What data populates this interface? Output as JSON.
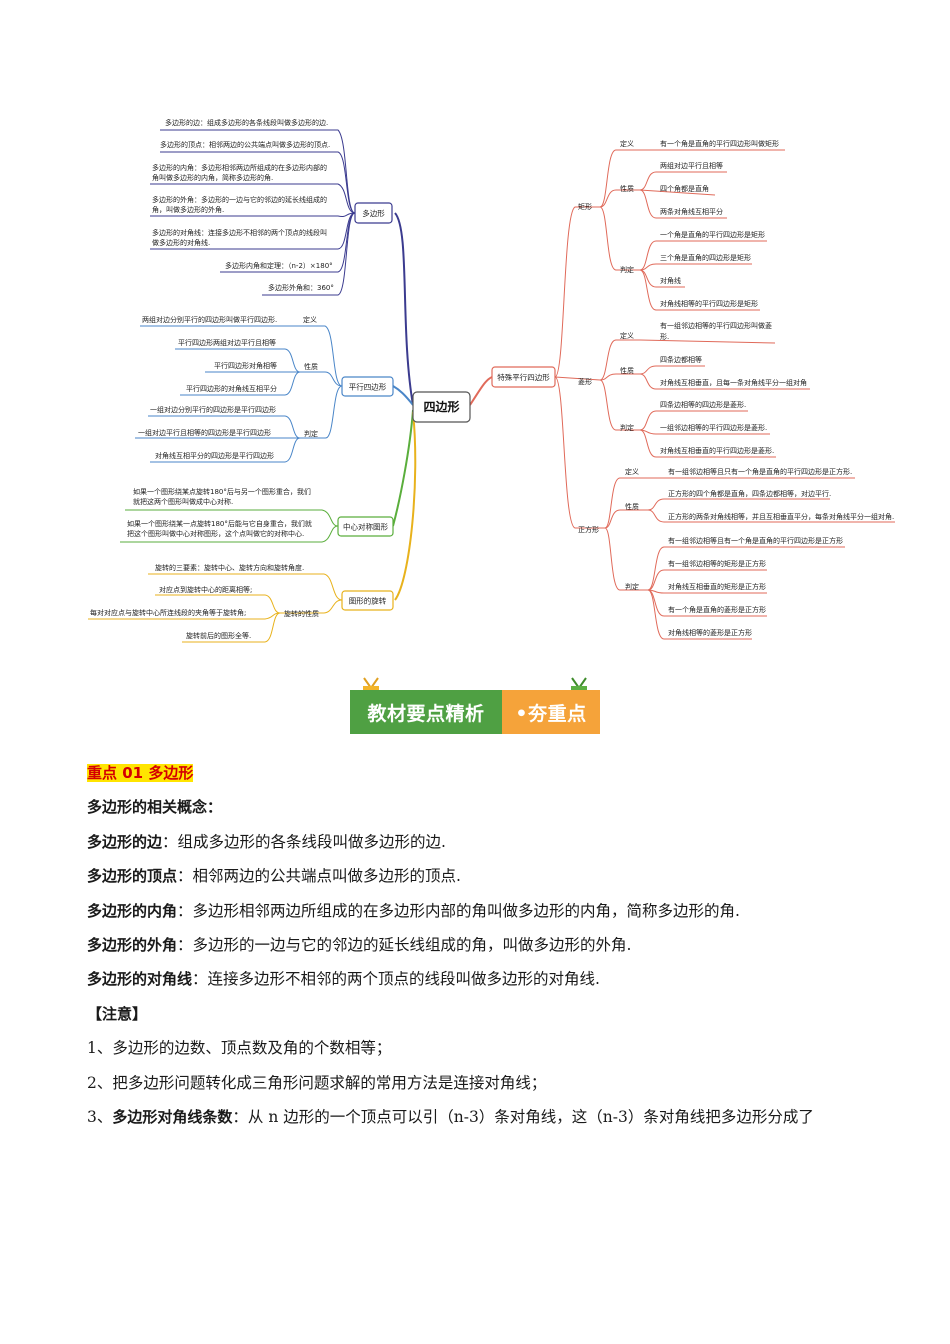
{
  "mindmap": {
    "root": "四边形",
    "polygon": {
      "label": "多边形",
      "items": [
        "多边形的边：组成多边形的各条线段叫做多边形的边.",
        "多边形的顶点：相邻两边的公共端点叫做多边形的顶点.",
        "多边形的内角：多边形相邻两边所组成的在多边形内部的",
        "角叫做多边形的内角，简称多边形的角.",
        "多边形的外角：多边形的一边与它的邻边的延长线组成的",
        "角，叫做多边形的外角.",
        "多边形的对角线：连接多边形不相邻的两个顶点的线段叫",
        "做多边形的对角线.",
        "多边形内角和定理：（n-2）×180°",
        "多边形外角和：360°"
      ]
    },
    "parallelogram": {
      "label": "平行四边形",
      "def_label": "定义",
      "definition": "两组对边分别平行的四边形叫做平行四边形.",
      "prop_label": "性质",
      "properties": [
        "平行四边形两组对边平行且相等",
        "平行四边形对角相等",
        "平行四边形的对角线互相平分"
      ],
      "judge_label": "判定",
      "judgments": [
        "一组对边分别平行的四边形是平行四边形",
        "一组对边平行且相等的四边形是平行四边形",
        "对角线互相平分的四边形是平行四边形"
      ]
    },
    "central": {
      "label": "中心对称图形",
      "items": [
        "如果一个图形绕某点旋转180°后与另一个图形重合，我们",
        "就把这两个图形叫做成中心对称.",
        "如果一个图形绕某一点旋转180°后能与它自身重合，我们就",
        "把这个图形叫做中心对称图形，这个点叫做它的对称中心."
      ]
    },
    "rotation": {
      "label": "图形的旋转",
      "elements": "旋转的三要素：旋转中心、旋转方向和旋转角度.",
      "prop_label": "旋转的性质",
      "properties": [
        "对应点到旋转中心的距离相等;",
        "每对对应点与旋转中心所连线段的夹角等于旋转角;",
        "旋转前后的图形全等."
      ]
    },
    "special": {
      "label": "特殊平行四边形",
      "rectangle": {
        "label": "矩形",
        "def_label": "定义",
        "definition": "有一个角是直角的平行四边形叫做矩形",
        "prop_label": "性质",
        "properties": [
          "两组对边平行且相等",
          "四个角都是直角",
          "两条对角线互相平分"
        ],
        "judge_label": "判定",
        "judgments": [
          "一个角是直角的平行四边形是矩形",
          "三个角是直角的四边形是矩形",
          "对角线",
          "对角线相等的平行四边形是矩形"
        ]
      },
      "rhombus": {
        "label": "菱形",
        "def_label": "定义",
        "definition": [
          "有一组邻边相等的平行四边形叫做菱",
          "形."
        ],
        "prop_label": "性质",
        "properties": [
          "四条边都相等",
          "对角线互相垂直，且每一条对角线平分一组对角"
        ],
        "judge_label": "判定",
        "judgments": [
          "四条边相等的四边形是菱形.",
          "一组邻边相等的平行四边形是菱形.",
          "对角线互相垂直的平行四边形是菱形."
        ]
      },
      "square": {
        "label": "正方形",
        "def_label": "定义",
        "definition": "有一组邻边相等且只有一个角是直角的平行四边形是正方形.",
        "prop_label": "性质",
        "properties": [
          "正方形的四个角都是直角，四条边都相等，对边平行.",
          "正方形的两条对角线相等，并且互相垂直平分，每条对角线平分一组对角."
        ],
        "judge_label": "判定",
        "judgments": [
          "有一组邻边相等且有一个角是直角的平行四边形是正方形",
          "有一组邻边相等的矩形是正方形",
          "对角线互相垂直的矩形是正方形",
          "有一个角是直角的菱形是正方形",
          "对角线相等的菱形是正方形"
        ]
      }
    }
  },
  "banner": {
    "left": "教材要点精析",
    "right": "•夯重点"
  },
  "doc": {
    "heading": "重点 01  多边形",
    "concepts_title": "多边形的相关概念：",
    "lines": [
      {
        "term": "多边形的边",
        "text": "：组成多边形的各条线段叫做多边形的边."
      },
      {
        "term": "多边形的顶点",
        "text": "：相邻两边的公共端点叫做多边形的顶点."
      },
      {
        "term": "多边形的内角",
        "text": "：多边形相邻两边所组成的在多边形内部的角叫做多边形的内角，简称多边形的角."
      },
      {
        "term": "多边形的外角",
        "text": "：多边形的一边与它的邻边的延长线组成的角，叫做多边形的外角."
      },
      {
        "term": "多边形的对角线",
        "text": "：连接多边形不相邻的两个顶点的线段叫做多边形的对角线."
      }
    ],
    "note_title": "【注意】",
    "note1": "1、多边形的边数、顶点数及角的个数相等；",
    "note2": "2、把多边形问题转化成三角形问题求解的常用方法是连接对角线；",
    "note3_prefix": "3、",
    "note3_term": "多边形对角线条数",
    "note3_text": "：从 n 边形的一个顶点可以引（n-3）条对角线，这（n-3）条对角线把多边形分成了"
  },
  "colors": {
    "polygon_branch": "#3b3b8f",
    "parallelogram_branch": "#4a86c8",
    "central_branch": "#5aae3c",
    "rotation_branch": "#e8b21c",
    "special_branch": "#e06a5a",
    "banner_green": "#4fa043",
    "banner_orange": "#f5a33a",
    "highlight": "#ffe500",
    "heading_red": "#d40000"
  }
}
